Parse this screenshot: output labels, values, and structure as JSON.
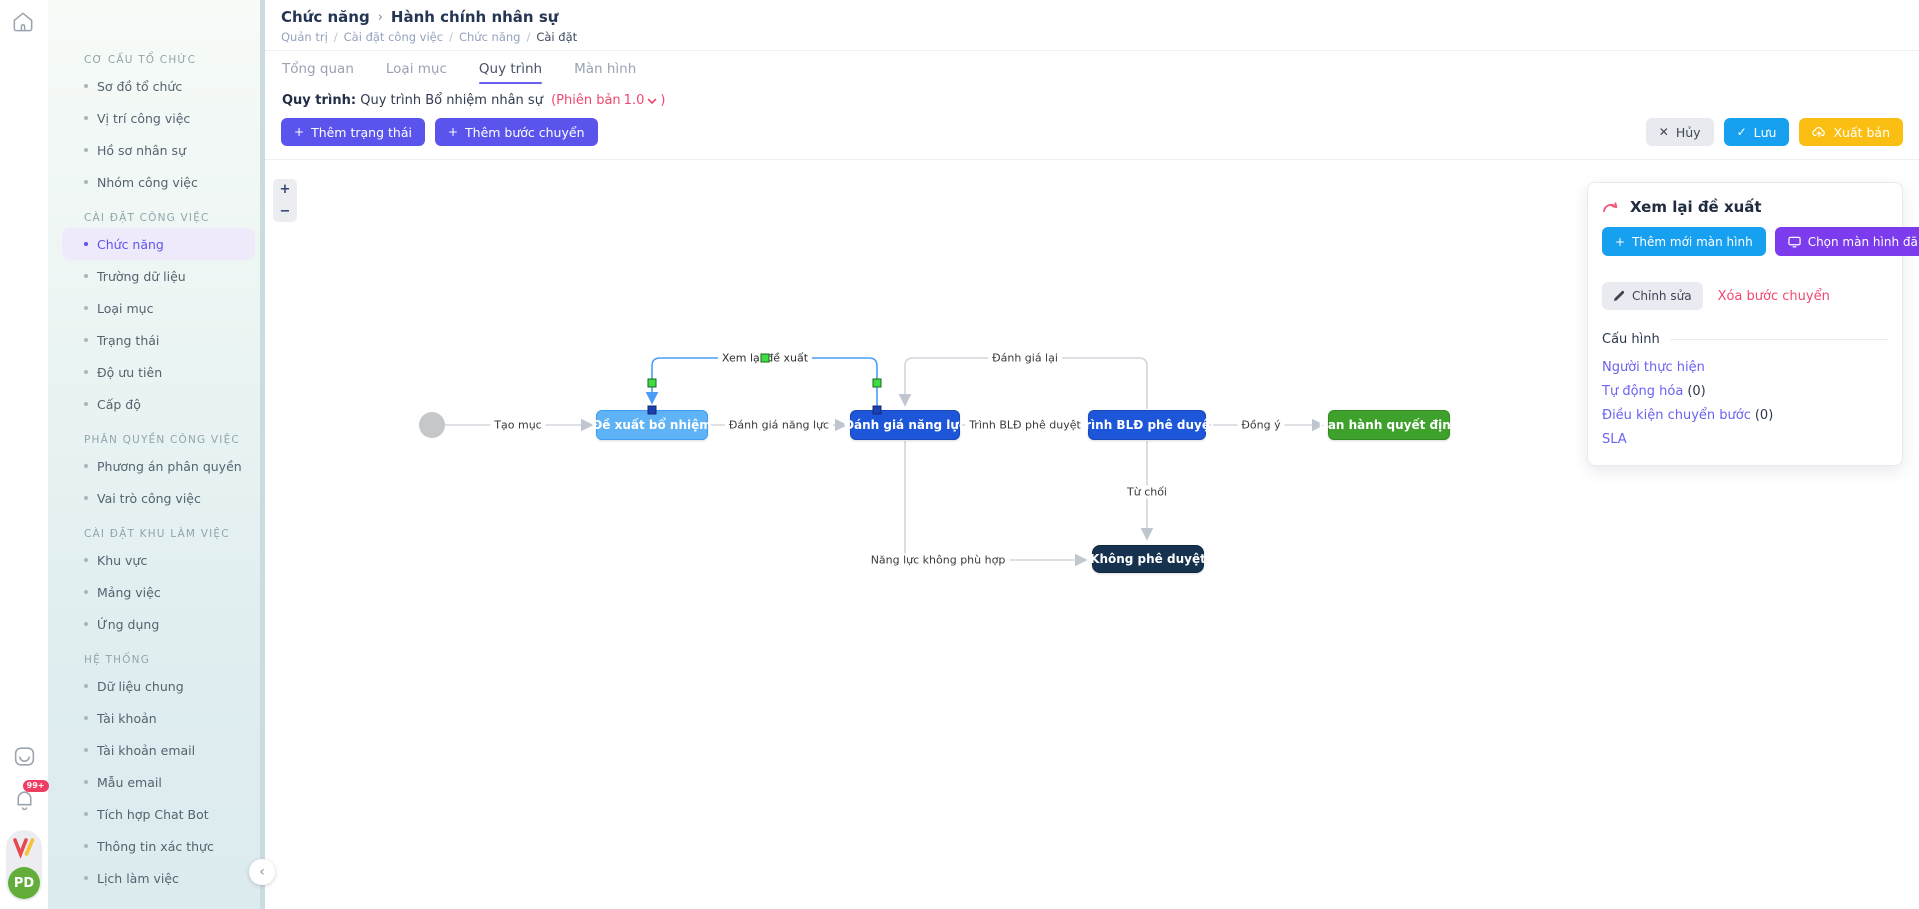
{
  "icons": {
    "plus": "+",
    "minus": "−",
    "check": "✓",
    "close": "✕",
    "chevron_left": "‹"
  },
  "rail": {
    "notification_badge": "99+",
    "avatar_initials": "PD"
  },
  "sidebar": {
    "sections": [
      {
        "title": "CƠ CẤU TỔ CHỨC",
        "items": [
          {
            "label": "Sơ đồ tổ chức"
          },
          {
            "label": "Vị trí công việc"
          },
          {
            "label": "Hồ sơ nhân sự"
          },
          {
            "label": "Nhóm công việc"
          }
        ]
      },
      {
        "title": "CÀI ĐẶT CÔNG VIỆC",
        "items": [
          {
            "label": "Chức năng"
          },
          {
            "label": "Trường dữ liệu"
          },
          {
            "label": "Loại mục"
          },
          {
            "label": "Trạng thái"
          },
          {
            "label": "Độ ưu tiên"
          },
          {
            "label": "Cấp độ"
          }
        ]
      },
      {
        "title": "PHÂN QUYỀN CÔNG VIỆC",
        "items": [
          {
            "label": "Phương án phân quyền"
          },
          {
            "label": "Vai trò công việc"
          }
        ]
      },
      {
        "title": "CÀI ĐẶT KHU LÀM VIỆC",
        "items": [
          {
            "label": "Khu vực"
          },
          {
            "label": "Mảng việc"
          },
          {
            "label": "Ứng dụng"
          }
        ]
      },
      {
        "title": "HỆ THỐNG",
        "items": [
          {
            "label": "Dữ liệu chung"
          },
          {
            "label": "Tài khoản"
          },
          {
            "label": "Tài khoản email"
          },
          {
            "label": "Mẫu email"
          },
          {
            "label": "Tích hợp Chat Bot"
          },
          {
            "label": "Thông tin xác thực"
          },
          {
            "label": "Lịch làm việc"
          }
        ]
      }
    ]
  },
  "header": {
    "title_primary": "Chức năng",
    "title_separator": "›",
    "title_secondary": "Hành chính nhân sự",
    "breadcrumb": {
      "items": [
        "Quản trị",
        "Cài đặt công việc",
        "Chức năng",
        "Cài đặt"
      ],
      "separator": "/"
    },
    "tabs": [
      {
        "label": "Tổng quan"
      },
      {
        "label": "Loại mục"
      },
      {
        "label": "Quy trình"
      },
      {
        "label": "Màn hình"
      }
    ]
  },
  "toolbar": {
    "process_label": "Quy trình:",
    "process_name": "Quy trình Bổ nhiệm nhân sự",
    "version_prefix": "(Phiên bản",
    "version_number": "1.0",
    "version_suffix": ")",
    "add_state": "Thêm trạng thái",
    "add_transition": "Thêm bước chuyển",
    "cancel": "Hủy",
    "save": "Lưu",
    "publish": "Xuất bản"
  },
  "canvas": {
    "zoom_in": "+",
    "zoom_out": "−",
    "nodes": {
      "propose": {
        "label": "Đề xuất bổ nhiệm",
        "color": "#5eb3f6"
      },
      "evaluate": {
        "label": "Đánh giá năng lực",
        "color": "#1d56d8"
      },
      "submit": {
        "label": "Trình BLĐ phê duyệt",
        "color": "#1d56d8"
      },
      "issue": {
        "label": "Ban hành quyết định",
        "color": "#3ea12c"
      },
      "rejected": {
        "label": "Không phê duyệt",
        "color": "#16324f"
      }
    },
    "edges": {
      "create": "Tạo mục",
      "evaluate": "Đánh giá năng lực",
      "submit": "Trình BLĐ phê duyệt",
      "agree": "Đồng ý",
      "reject": "Từ chối",
      "not_suitable": "Năng lực không phù hợp",
      "re_evaluate": "Đánh giá lại",
      "review": "Xem lại đề xuất"
    },
    "selected_edge_color": "#4a9cf6"
  },
  "panel": {
    "title": "Xem lại đề xuất",
    "add_screen": "Thêm mới màn hình",
    "choose_screen": "Chọn màn hình đã có",
    "edit": "Chỉnh sửa",
    "delete_transition": "Xóa bước chuyển",
    "config_title": "Cấu hình",
    "links": [
      {
        "label": "Người thực hiện",
        "count": ""
      },
      {
        "label": "Tự động hóa",
        "count": "(0)"
      },
      {
        "label": "Điều kiện chuyển bước",
        "count": "(0)"
      },
      {
        "label": "SLA",
        "count": ""
      }
    ]
  }
}
